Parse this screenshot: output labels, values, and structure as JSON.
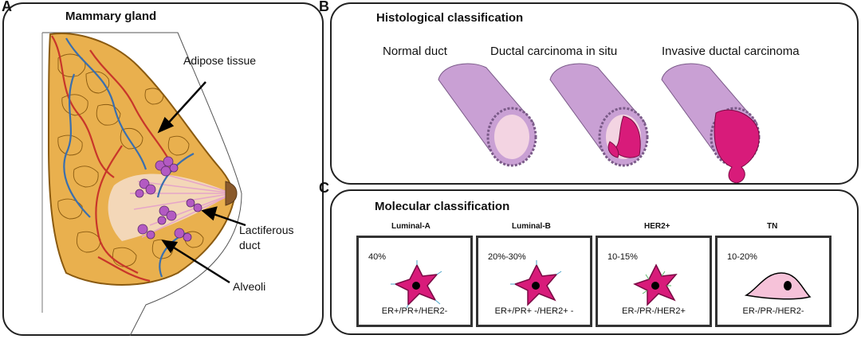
{
  "panels": {
    "a": {
      "letter": "A",
      "title": "Mammary gland",
      "labels": {
        "adipose": "Adipose tissue",
        "lactiferous": "Lactiferous",
        "duct": "duct",
        "alveoli": "Alveoli"
      }
    },
    "b": {
      "letter": "B",
      "title": "Histological classification",
      "stages": [
        "Normal duct",
        "Ductal carcinoma in situ",
        "Invasive ductal carcinoma"
      ]
    },
    "c": {
      "letter": "C",
      "title": "Molecular classification",
      "subtypes": [
        {
          "name": "Luminal-A",
          "percent": "40%",
          "receptors": "ER+/PR+/HER2-"
        },
        {
          "name": "Luminal-B",
          "percent": "20%-30%",
          "receptors": "ER+/PR+ -/HER2+ -"
        },
        {
          "name": "HER2+",
          "percent": "10-15%",
          "receptors": "ER-/PR-/HER2+"
        },
        {
          "name": "TN",
          "percent": "10-20%",
          "receptors": "ER-/PR-/HER2-"
        }
      ]
    }
  },
  "colors": {
    "tissue": "#e9b04e",
    "duct_outer": "#c9a0d4",
    "tumor": "#d81b7a",
    "alveoli": "#b35ac2",
    "tn_cell": "#f6c2d9"
  }
}
